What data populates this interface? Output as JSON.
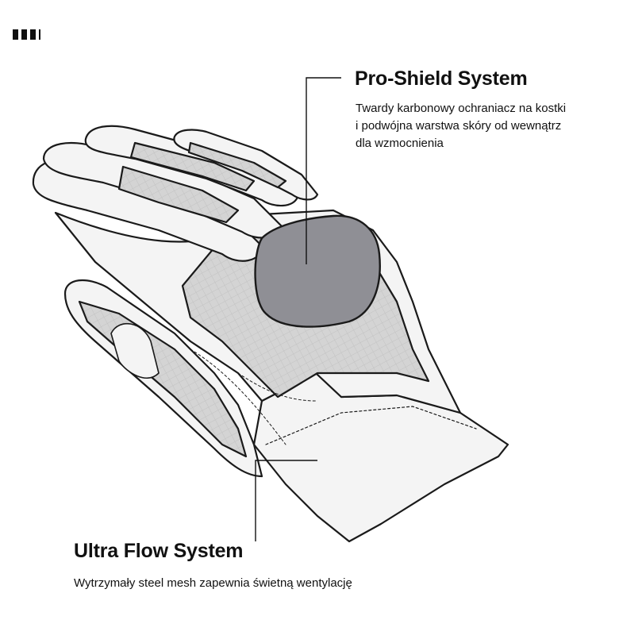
{
  "callouts": [
    {
      "title": "Pro-Shield System",
      "description": "Twardy karbonowy ochraniacz na kostki\ni podwójna warstwa skóry od wewnątrz\ndla wzmocnienia"
    },
    {
      "title": "Ultra Flow System",
      "description": "Wytrzymały steel mesh zapewnia świetną wentylację"
    }
  ],
  "colors": {
    "outline": "#1a1a1a",
    "leather": "#f4f4f4",
    "mesh": "#d4d4d4",
    "knuckle_guard": "#8f8f95",
    "text": "#111111"
  },
  "icons": [
    "brand-bars-logo"
  ]
}
